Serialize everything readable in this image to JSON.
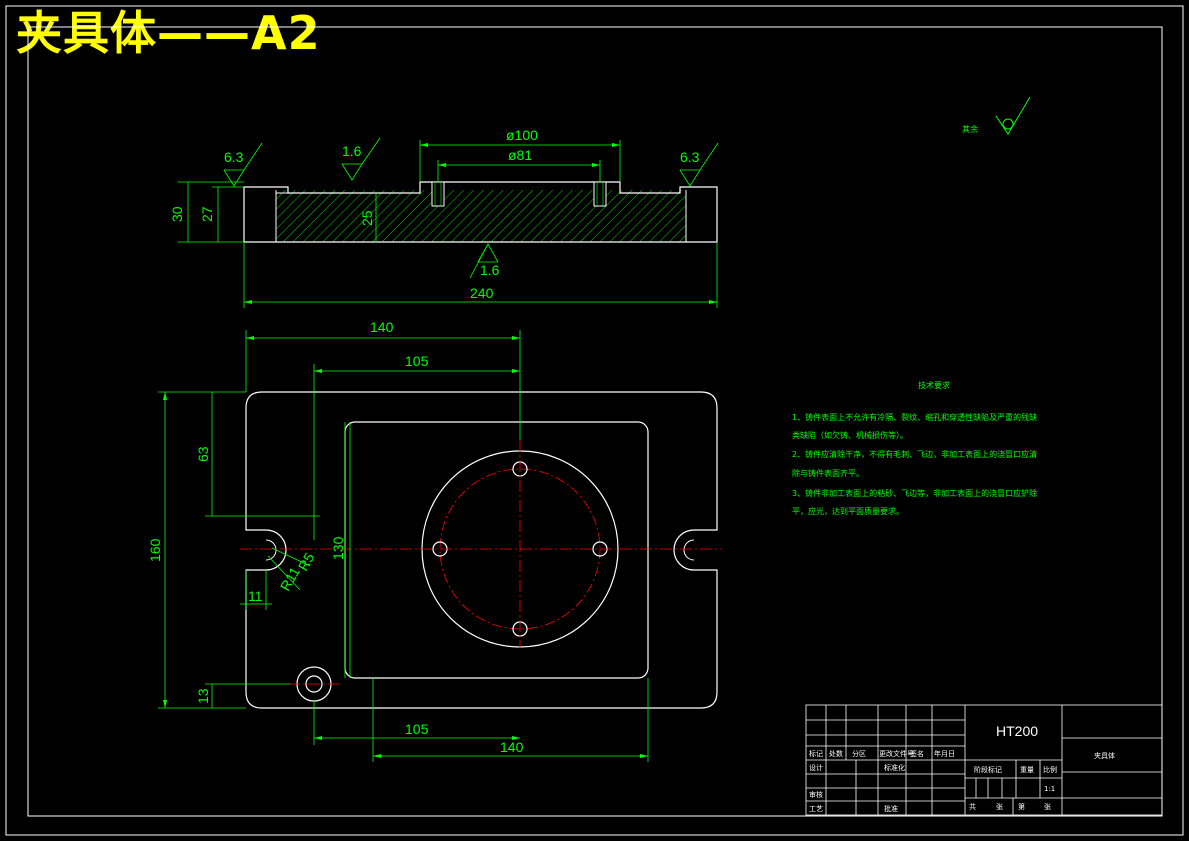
{
  "title": "夹具体——A2",
  "colors": {
    "outline": "#ffffff",
    "dimension": "#00ff00",
    "centerline": "#ff0000",
    "title": "#ffff00",
    "background": "#000000"
  },
  "section_view": {
    "diam_outer": "ø100",
    "diam_inner": "ø81",
    "roughness_left": "6.3",
    "roughness_mid": "1.6",
    "roughness_right": "6.3",
    "roughness_bottom": "1.6",
    "height_total": "30",
    "height_step": "27",
    "height_inner": "25",
    "width_total": "240"
  },
  "plan_view": {
    "dim_top_outer": "140",
    "dim_top_inner": "105",
    "dim_left_total": "160",
    "dim_left_upper": "63",
    "dim_left_lower": "13",
    "dim_inner_height": "130",
    "dim_slot_width": "11",
    "dim_slot_r1": "R11",
    "dim_slot_r2": "R5",
    "dim_bottom_inner": "105",
    "dim_bottom_outer": "140"
  },
  "roughness_other": {
    "label": "其余"
  },
  "tech_notes": {
    "heading": "技术要求",
    "lines": [
      "1、铸件表面上不允许有冷隔、裂纹、缩孔和穿透性缺陷及严重的残缺",
      "类缺陷（如欠铸、机械损伤等）。",
      "2、铸件应清除干净，不得有毛刺、飞边，非加工表面上的浇冒口应清",
      "除与铸件表面齐平。",
      "3、铸件非加工表面上的粘砂、飞边等，非加工表面上的浇冒口应铲除",
      "平，应光，达到平面质量要求。"
    ]
  },
  "title_block": {
    "material": "HT200",
    "part_name": "夹具体",
    "row_labels": [
      "标记",
      "处数",
      "分区",
      "更改文件号",
      "签名",
      "年月日"
    ],
    "design": "设计",
    "standard": "标准化",
    "stage_mark": "阶段标记",
    "weight": "重量",
    "scale": "比例",
    "scale_value": "1:1",
    "review": "审核",
    "process": "工艺",
    "approve": "批准",
    "sheet_count": "共",
    "sheet_word": "张",
    "sheet_no": "第",
    "sheet_word2": "张"
  }
}
